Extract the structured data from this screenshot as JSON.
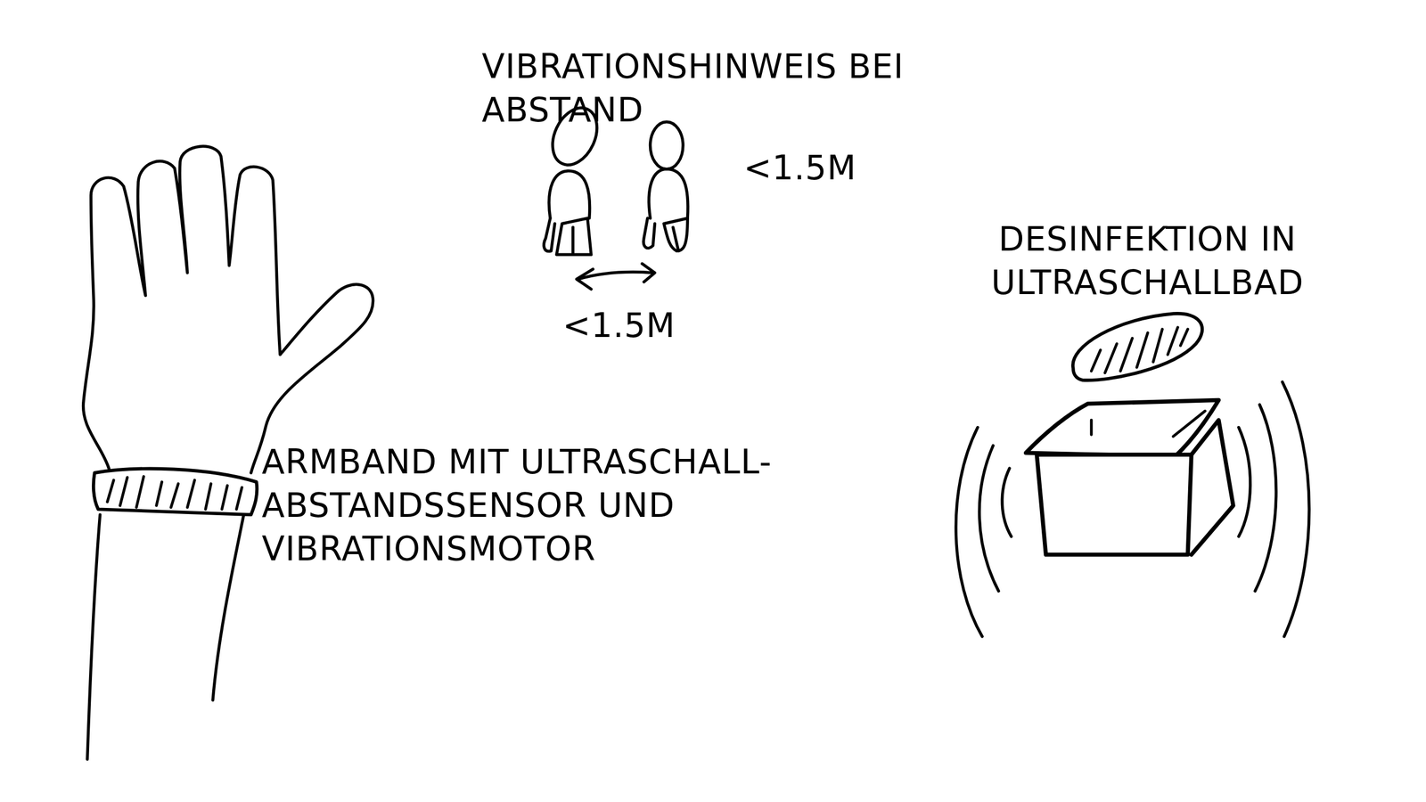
{
  "diagram": {
    "labels": [
      "VIBRATIONSHINWEIS BEI ABSTAND",
      "<1.5M",
      "<1.5M",
      "ARMBAND MIT ULTRASCHALL-ABSTANDSSENSOR UND VIBRATIONSMOTOR",
      "DESINFEKTION IN ULTRASCHALLBAD"
    ]
  }
}
